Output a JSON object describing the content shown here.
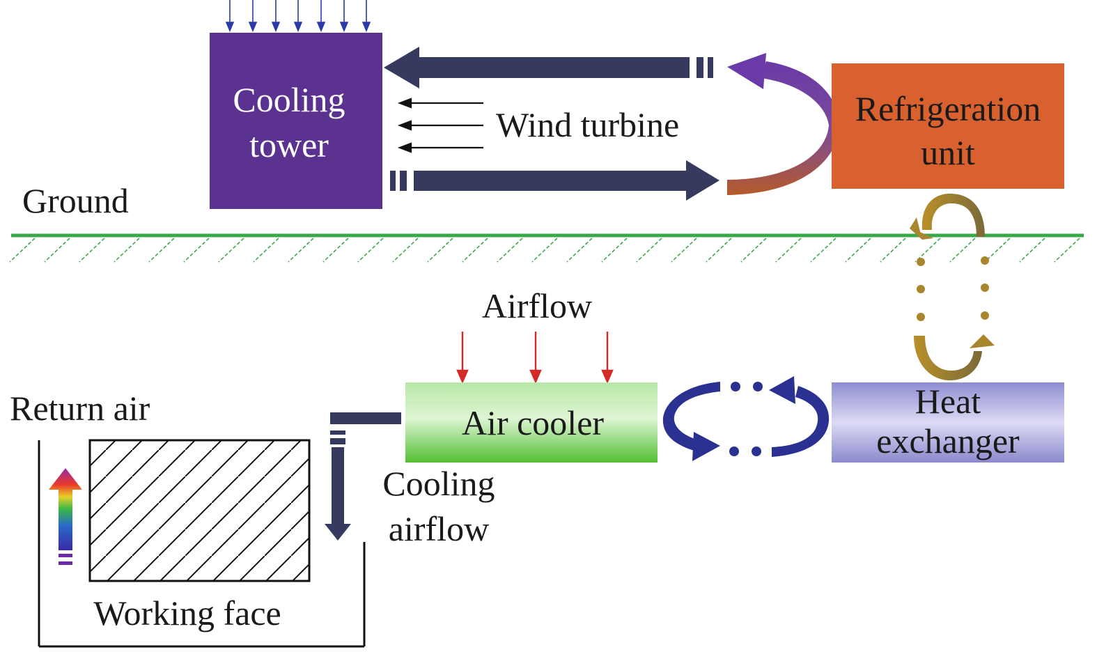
{
  "labels": {
    "cooling_tower_line1": "Cooling",
    "cooling_tower_line2": "tower",
    "wind_turbine": "Wind turbine",
    "refrigeration_line1": "Refrigeration",
    "refrigeration_line2": "unit",
    "ground": "Ground",
    "airflow": "Airflow",
    "air_cooler": "Air cooler",
    "heat_exchanger_line1": "Heat",
    "heat_exchanger_line2": "exchanger",
    "return_air": "Return air",
    "cooling_airflow_line1": "Cooling",
    "cooling_airflow_line2": "airflow",
    "working_face": "Working face"
  },
  "colors": {
    "cooling_tower": "#5b3290",
    "refrigeration_unit": "#d9612f",
    "air_cooler_top": "#c9eeb8",
    "air_cooler_bottom": "#57c23a",
    "heat_exchanger": "#a8a6dc",
    "main_pipe_arrow": "#363a5e",
    "ground_line": "#3aa84a",
    "airflow_arrow": "#d42a2a",
    "rain_arrow": "#2a3aa8",
    "exchange_loop": "#2a3190",
    "gold_loop": "#a8862e"
  }
}
